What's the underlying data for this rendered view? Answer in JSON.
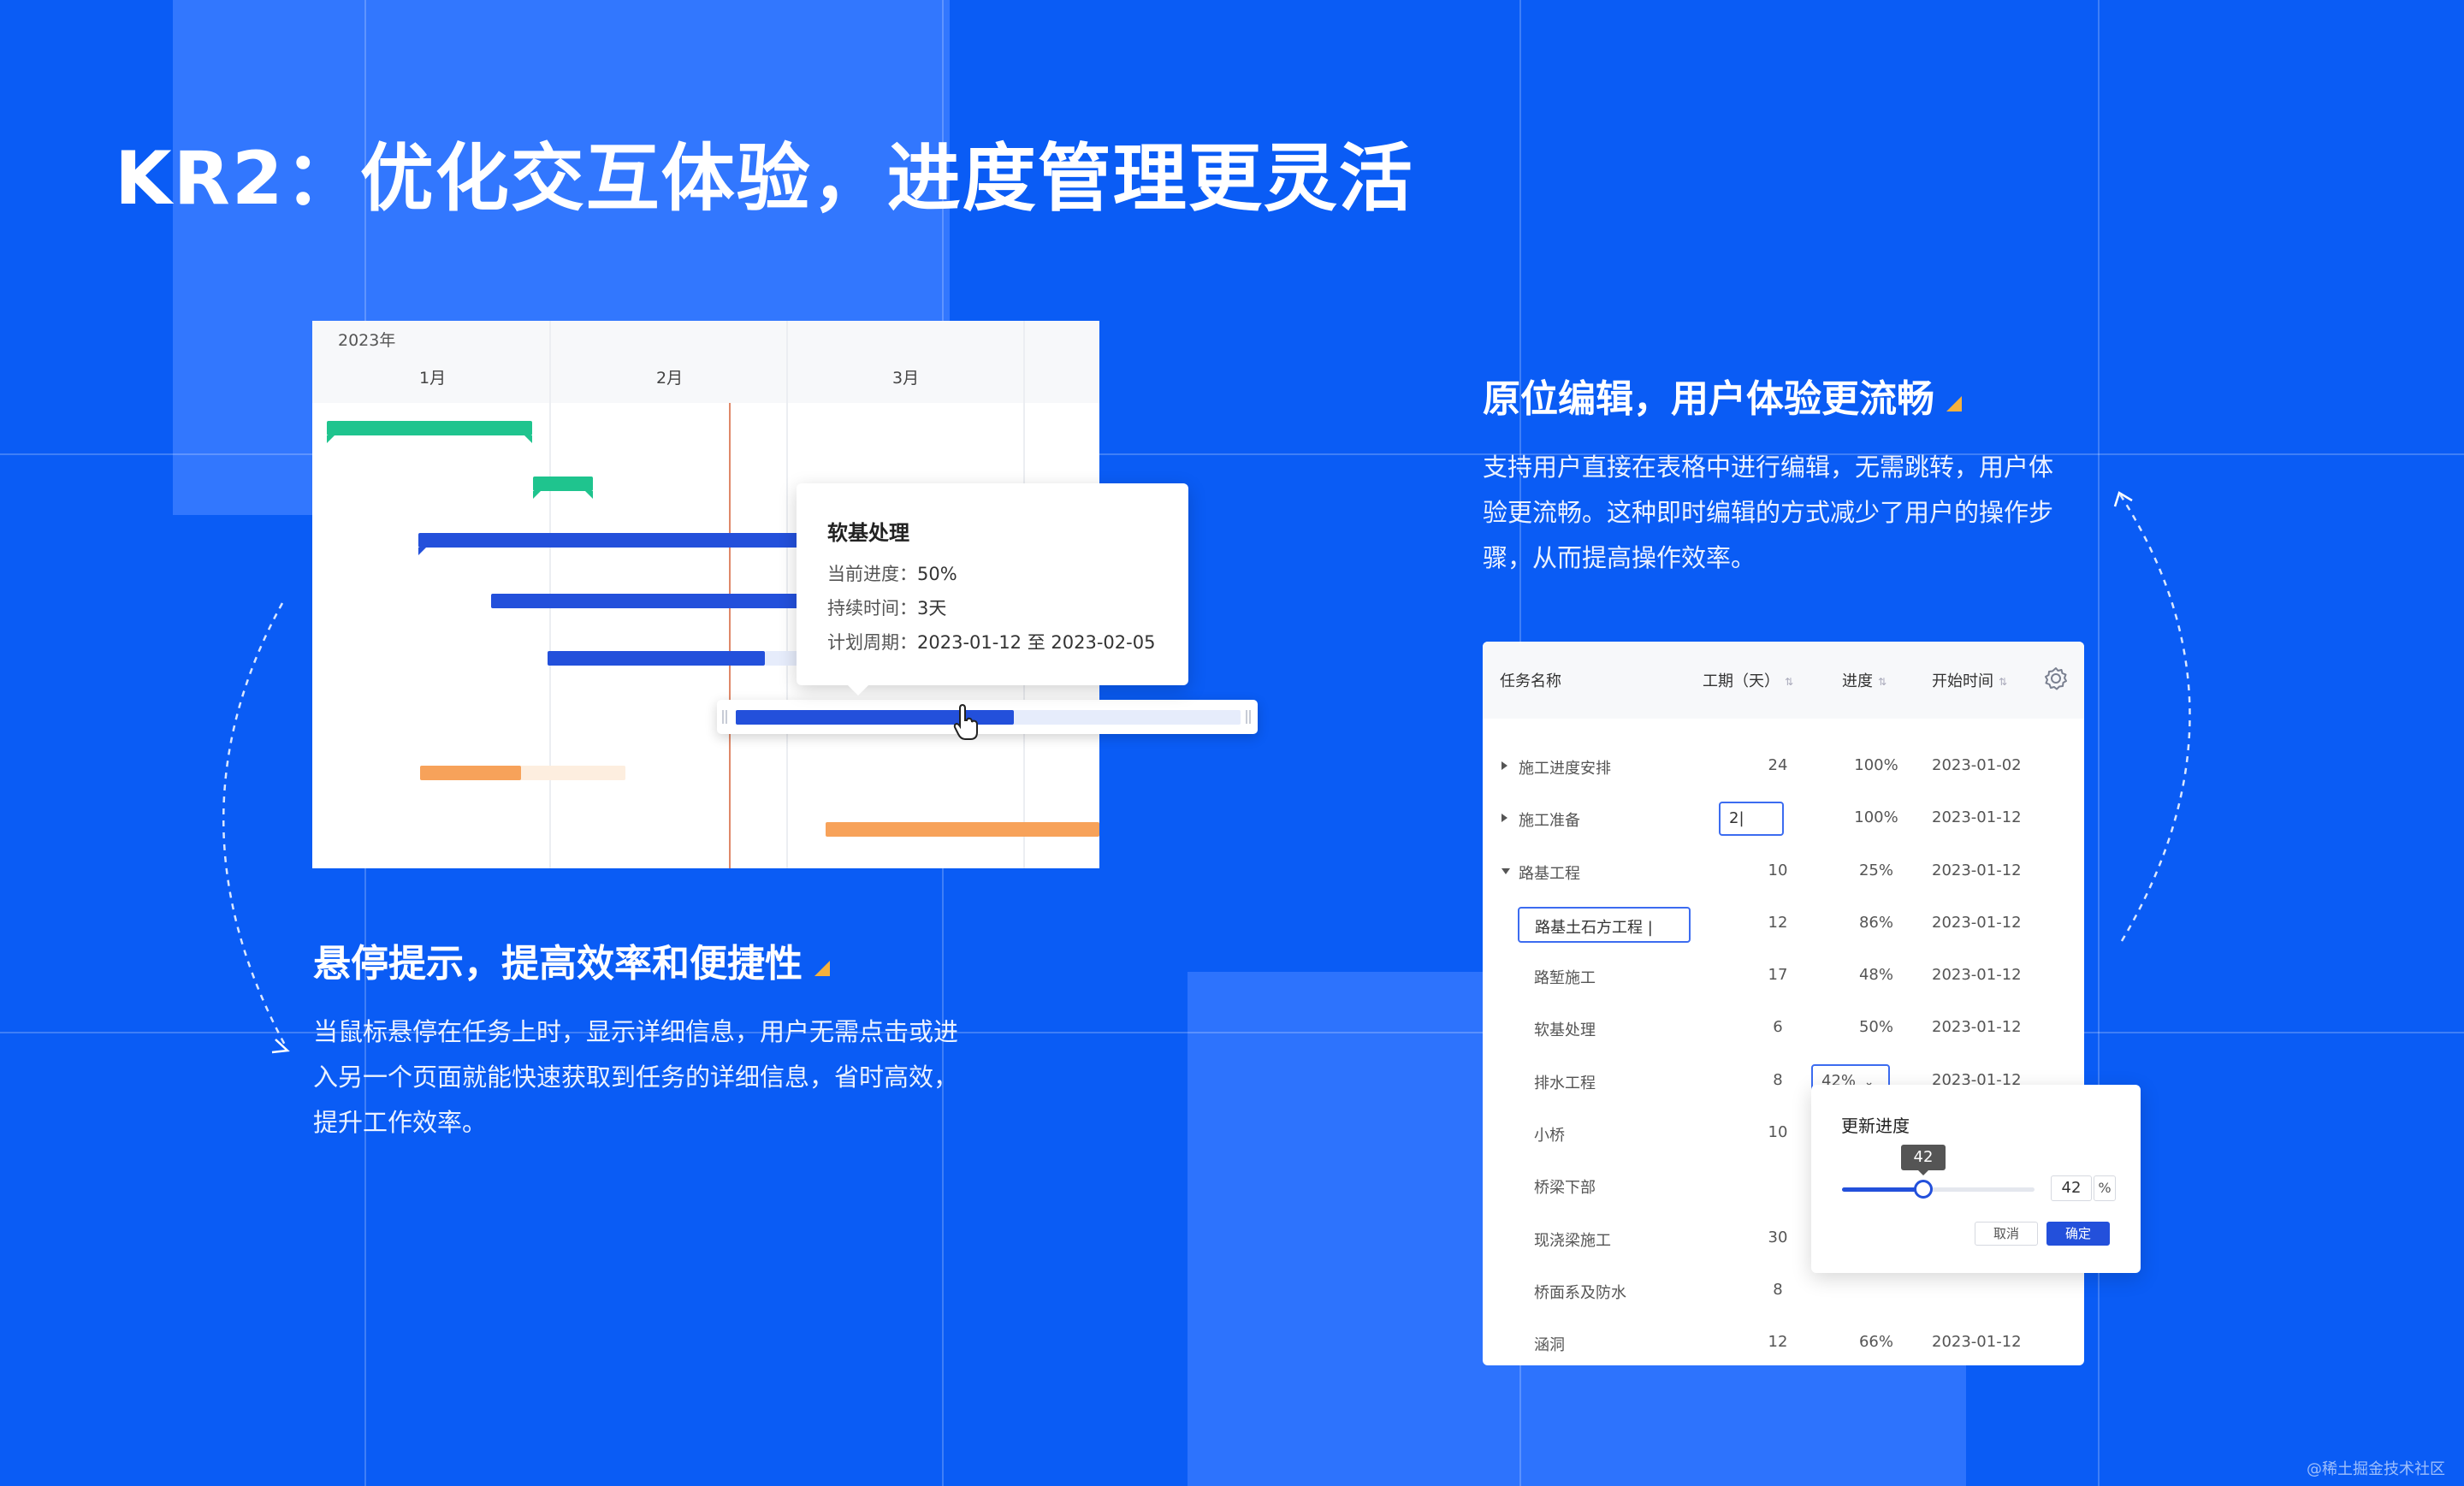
{
  "title": "KR2：优化交互体验，进度管理更灵活",
  "hover_section": {
    "title": "悬停提示，提高效率和便捷性",
    "desc_lines": [
      "当鼠标悬停在任务上时，显示详细信息，用户无需点击或进",
      "入另一个页面就能快速获取到任务的详细信息，省时高效，",
      "提升工作效率。"
    ]
  },
  "inline_section": {
    "title": "原位编辑，用户体验更流畅",
    "desc_lines": [
      "支持用户直接在表格中进行编辑，无需跳转，用户体",
      "验更流畅。这种即时编辑的方式减少了用户的操作步",
      "骤，从而提高操作效率。"
    ]
  },
  "gantt": {
    "year": "2023年",
    "months": [
      "1月",
      "2月",
      "3月"
    ],
    "tooltip": {
      "title": "软基处理",
      "progress_label": "当前进度：",
      "progress_value": "50%",
      "duration_label": "持续时间：",
      "duration_value": "3天",
      "period_label": "计划周期：",
      "period_value": "2023-01-12 至 2023-02-05"
    },
    "drag_progress": 0.55
  },
  "table": {
    "headers": {
      "name": "任务名称",
      "duration": "工期（天）",
      "progress": "进度",
      "start": "开始时间"
    },
    "rows": [
      {
        "name": "施工进度安排",
        "duration": "24",
        "progress": "100%",
        "start": "2023-01-02"
      },
      {
        "name": "施工准备",
        "duration": "2|",
        "progress": "100%",
        "start": "2023-01-12"
      },
      {
        "name": "路基工程",
        "duration": "10",
        "progress": "25%",
        "start": "2023-01-12"
      },
      {
        "name": "路基土石方工程 |",
        "duration": "12",
        "progress": "86%",
        "start": "2023-01-12"
      },
      {
        "name": "路堑施工",
        "duration": "17",
        "progress": "48%",
        "start": "2023-01-12"
      },
      {
        "name": "软基处理",
        "duration": "6",
        "progress": "50%",
        "start": "2023-01-12"
      },
      {
        "name": "排水工程",
        "duration": "8",
        "progress": "42%",
        "start": "2023-01-12"
      },
      {
        "name": "小桥",
        "duration": "10",
        "progress": "",
        "start": ""
      },
      {
        "name": "桥梁下部",
        "duration": "",
        "progress": "",
        "start": ""
      },
      {
        "name": "现浇梁施工",
        "duration": "30",
        "progress": "",
        "start": ""
      },
      {
        "name": "桥面系及防水",
        "duration": "8",
        "progress": "",
        "start": ""
      },
      {
        "name": "涵洞",
        "duration": "12",
        "progress": "66%",
        "start": "2023-01-12"
      }
    ],
    "popover": {
      "title": "更新进度",
      "slider_tip": "42",
      "value": "42",
      "unit": "%",
      "slider_value": 42,
      "cancel": "取消",
      "confirm": "确定"
    }
  },
  "watermark": "@稀土掘金技术社区",
  "colors": {
    "background": "#0a5cf5",
    "accent": "#2350db",
    "green": "#1fc48e",
    "orange": "#f7a25a",
    "highlight_mark": "#f5b13c"
  }
}
